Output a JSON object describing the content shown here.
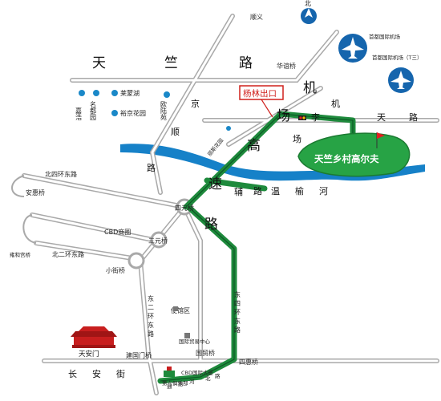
{
  "compass": {
    "north": "北"
  },
  "airports": {
    "capital": "首都国际机场",
    "t3": "首都国际机场（T三）"
  },
  "roads": {
    "shunyi": "顺义",
    "tianzhu_road": [
      "天",
      "竺",
      "路"
    ],
    "huayi_bridge": "华谊桥",
    "jingshun_road": [
      "京",
      "顺",
      "路"
    ],
    "airport_expressway": [
      "机",
      "场",
      "高",
      "速",
      "路"
    ],
    "airport_auxiliary": [
      "机",
      "场",
      "辅",
      "路"
    ],
    "lijitian_road": [
      "李",
      "天",
      "路"
    ],
    "wenyu_river": [
      "温",
      "榆",
      "河"
    ],
    "north_4th_ring_east": "北四环东路",
    "north_2nd_ring_east": "北二环东路",
    "east_4th_ring": [
      "东",
      "四",
      "环",
      "东",
      "路"
    ],
    "east_2nd_ring": [
      "东",
      "二",
      "环",
      "东",
      "路"
    ],
    "changan_street": [
      "长",
      "安",
      "街"
    ],
    "tonghui_river_north": [
      "通",
      "惠",
      "河",
      "北",
      "路"
    ],
    "siyuan_bridge": "四元桥",
    "sanyuan_bridge": "三元桥",
    "xiaojie_bridge": "小街桥",
    "anhui_bridge": "安惠桥",
    "yonghegong_bridge": "雍和宫桥",
    "jianguomen_bridge": "建国门桥",
    "guomao_bridge": "国贸桥",
    "sihui_bridge": "四惠桥",
    "cbd_business": "CBD商圈",
    "embassy_area": "使馆区"
  },
  "places": {
    "jiahao": "嘉浩",
    "mingdu_yuan": "名都园",
    "laimeng_hu": "莱蒙湖",
    "yujing_garden": "裕京花园",
    "oulu_yuan": "欧陆苑",
    "lisi_garden": "丽斯花园",
    "golf": "天竺乡村高尔夫",
    "tiananmen": "天安门",
    "cwtc": "国际贸易中心",
    "cbd_club": "第六俱乐部",
    "cbd_intl": "CBD国际大厦"
  },
  "callout": {
    "yanglin_exit": "杨林出口"
  },
  "colors": {
    "route": "#1e8a3c",
    "route_outline": "#0d5a25",
    "road": "#a9a9a9",
    "river": "#1681c8",
    "golf_fill": "#27a345",
    "marker": "#1a88c8",
    "callout_red": "#d0201c",
    "airport_blue": "#1565ad"
  },
  "icons": [
    "north-arrow-icon",
    "airplane-icon",
    "golf-flag-icon",
    "tiananmen-icon",
    "traffic-light-icon",
    "map-marker-icon"
  ]
}
